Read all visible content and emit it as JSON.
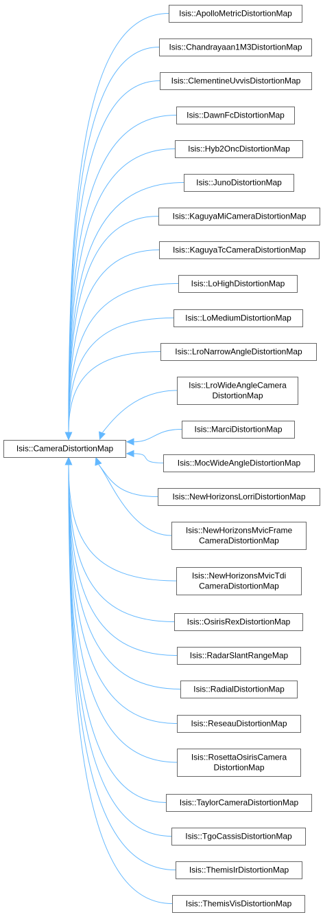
{
  "base_class": {
    "label_lines": [
      "Isis::CameraDistortionMap"
    ]
  },
  "derived_classes": [
    {
      "label_lines": [
        "Isis::ApolloMetricDistortionMap"
      ]
    },
    {
      "label_lines": [
        "Isis::Chandrayaan1M3DistortionMap"
      ]
    },
    {
      "label_lines": [
        "Isis::ClementineUvvisDistortionMap"
      ]
    },
    {
      "label_lines": [
        "Isis::DawnFcDistortionMap"
      ]
    },
    {
      "label_lines": [
        "Isis::Hyb2OncDistortionMap"
      ]
    },
    {
      "label_lines": [
        "Isis::JunoDistortionMap"
      ]
    },
    {
      "label_lines": [
        "Isis::KaguyaMiCameraDistortionMap"
      ]
    },
    {
      "label_lines": [
        "Isis::KaguyaTcCameraDistortionMap"
      ]
    },
    {
      "label_lines": [
        "Isis::LoHighDistortionMap"
      ]
    },
    {
      "label_lines": [
        "Isis::LoMediumDistortionMap"
      ]
    },
    {
      "label_lines": [
        "Isis::LroNarrowAngleDistortionMap"
      ]
    },
    {
      "label_lines": [
        "Isis::LroWideAngleCamera",
        "DistortionMap"
      ]
    },
    {
      "label_lines": [
        "Isis::MarciDistortionMap"
      ]
    },
    {
      "label_lines": [
        "Isis::MocWideAngleDistortionMap"
      ]
    },
    {
      "label_lines": [
        "Isis::NewHorizonsLorriDistortionMap"
      ]
    },
    {
      "label_lines": [
        "Isis::NewHorizonsMvicFrame",
        "CameraDistortionMap"
      ]
    },
    {
      "label_lines": [
        "Isis::NewHorizonsMvicTdi",
        "CameraDistortionMap"
      ]
    },
    {
      "label_lines": [
        "Isis::OsirisRexDistortionMap"
      ]
    },
    {
      "label_lines": [
        "Isis::RadarSlantRangeMap"
      ]
    },
    {
      "label_lines": [
        "Isis::RadialDistortionMap"
      ]
    },
    {
      "label_lines": [
        "Isis::ReseauDistortionMap"
      ]
    },
    {
      "label_lines": [
        "Isis::RosettaOsirisCamera",
        "DistortionMap"
      ]
    },
    {
      "label_lines": [
        "Isis::TaylorCameraDistortionMap"
      ]
    },
    {
      "label_lines": [
        "Isis::TgoCassisDistortionMap"
      ]
    },
    {
      "label_lines": [
        "Isis::ThemisIrDistortionMap"
      ]
    },
    {
      "label_lines": [
        "Isis::ThemisVisDistortionMap"
      ]
    }
  ],
  "colors": {
    "edge": "#63b8ff",
    "node_border": "#666666",
    "node_fill": "#ffffff",
    "text": "#000000"
  }
}
